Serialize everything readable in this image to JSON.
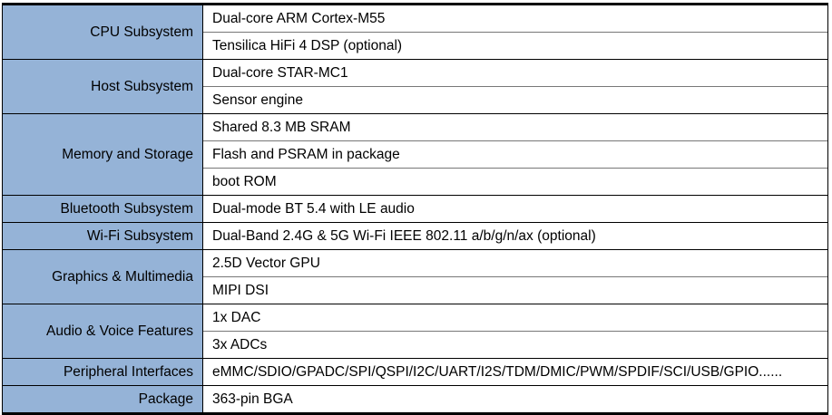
{
  "groups": [
    {
      "label": "CPU Subsystem",
      "items": [
        "Dual-core ARM Cortex-M55",
        "Tensilica HiFi 4 DSP (optional)"
      ]
    },
    {
      "label": "Host Subsystem",
      "items": [
        "Dual-core STAR-MC1",
        "Sensor engine"
      ]
    },
    {
      "label": "Memory and Storage",
      "items": [
        "Shared 8.3 MB SRAM",
        "Flash and PSRAM in package",
        "boot ROM"
      ]
    },
    {
      "label": "Bluetooth Subsystem",
      "items": [
        "Dual-mode BT 5.4 with LE audio"
      ]
    },
    {
      "label": "Wi-Fi  Subsystem",
      "items": [
        "Dual-Band 2.4G & 5G Wi-Fi IEEE 802.11 a/b/g/n/ax (optional)"
      ]
    },
    {
      "label": "Graphics  &  Multimedia",
      "items": [
        "2.5D Vector GPU",
        "MIPI DSI"
      ]
    },
    {
      "label": "Audio & Voice Features",
      "items": [
        "1x DAC",
        "3x ADCs"
      ]
    },
    {
      "label": "Peripheral Interfaces",
      "items": [
        "eMMC/SDIO/GPADC/SPI/QSPI/I2C/UART/I2S/TDM/DMIC/PWM/SPDIF/SCI/USB/GPIO......"
      ]
    },
    {
      "label": "Package",
      "items": [
        "363-pin BGA"
      ]
    }
  ],
  "colors": {
    "header_bg": "#95b3d7"
  }
}
